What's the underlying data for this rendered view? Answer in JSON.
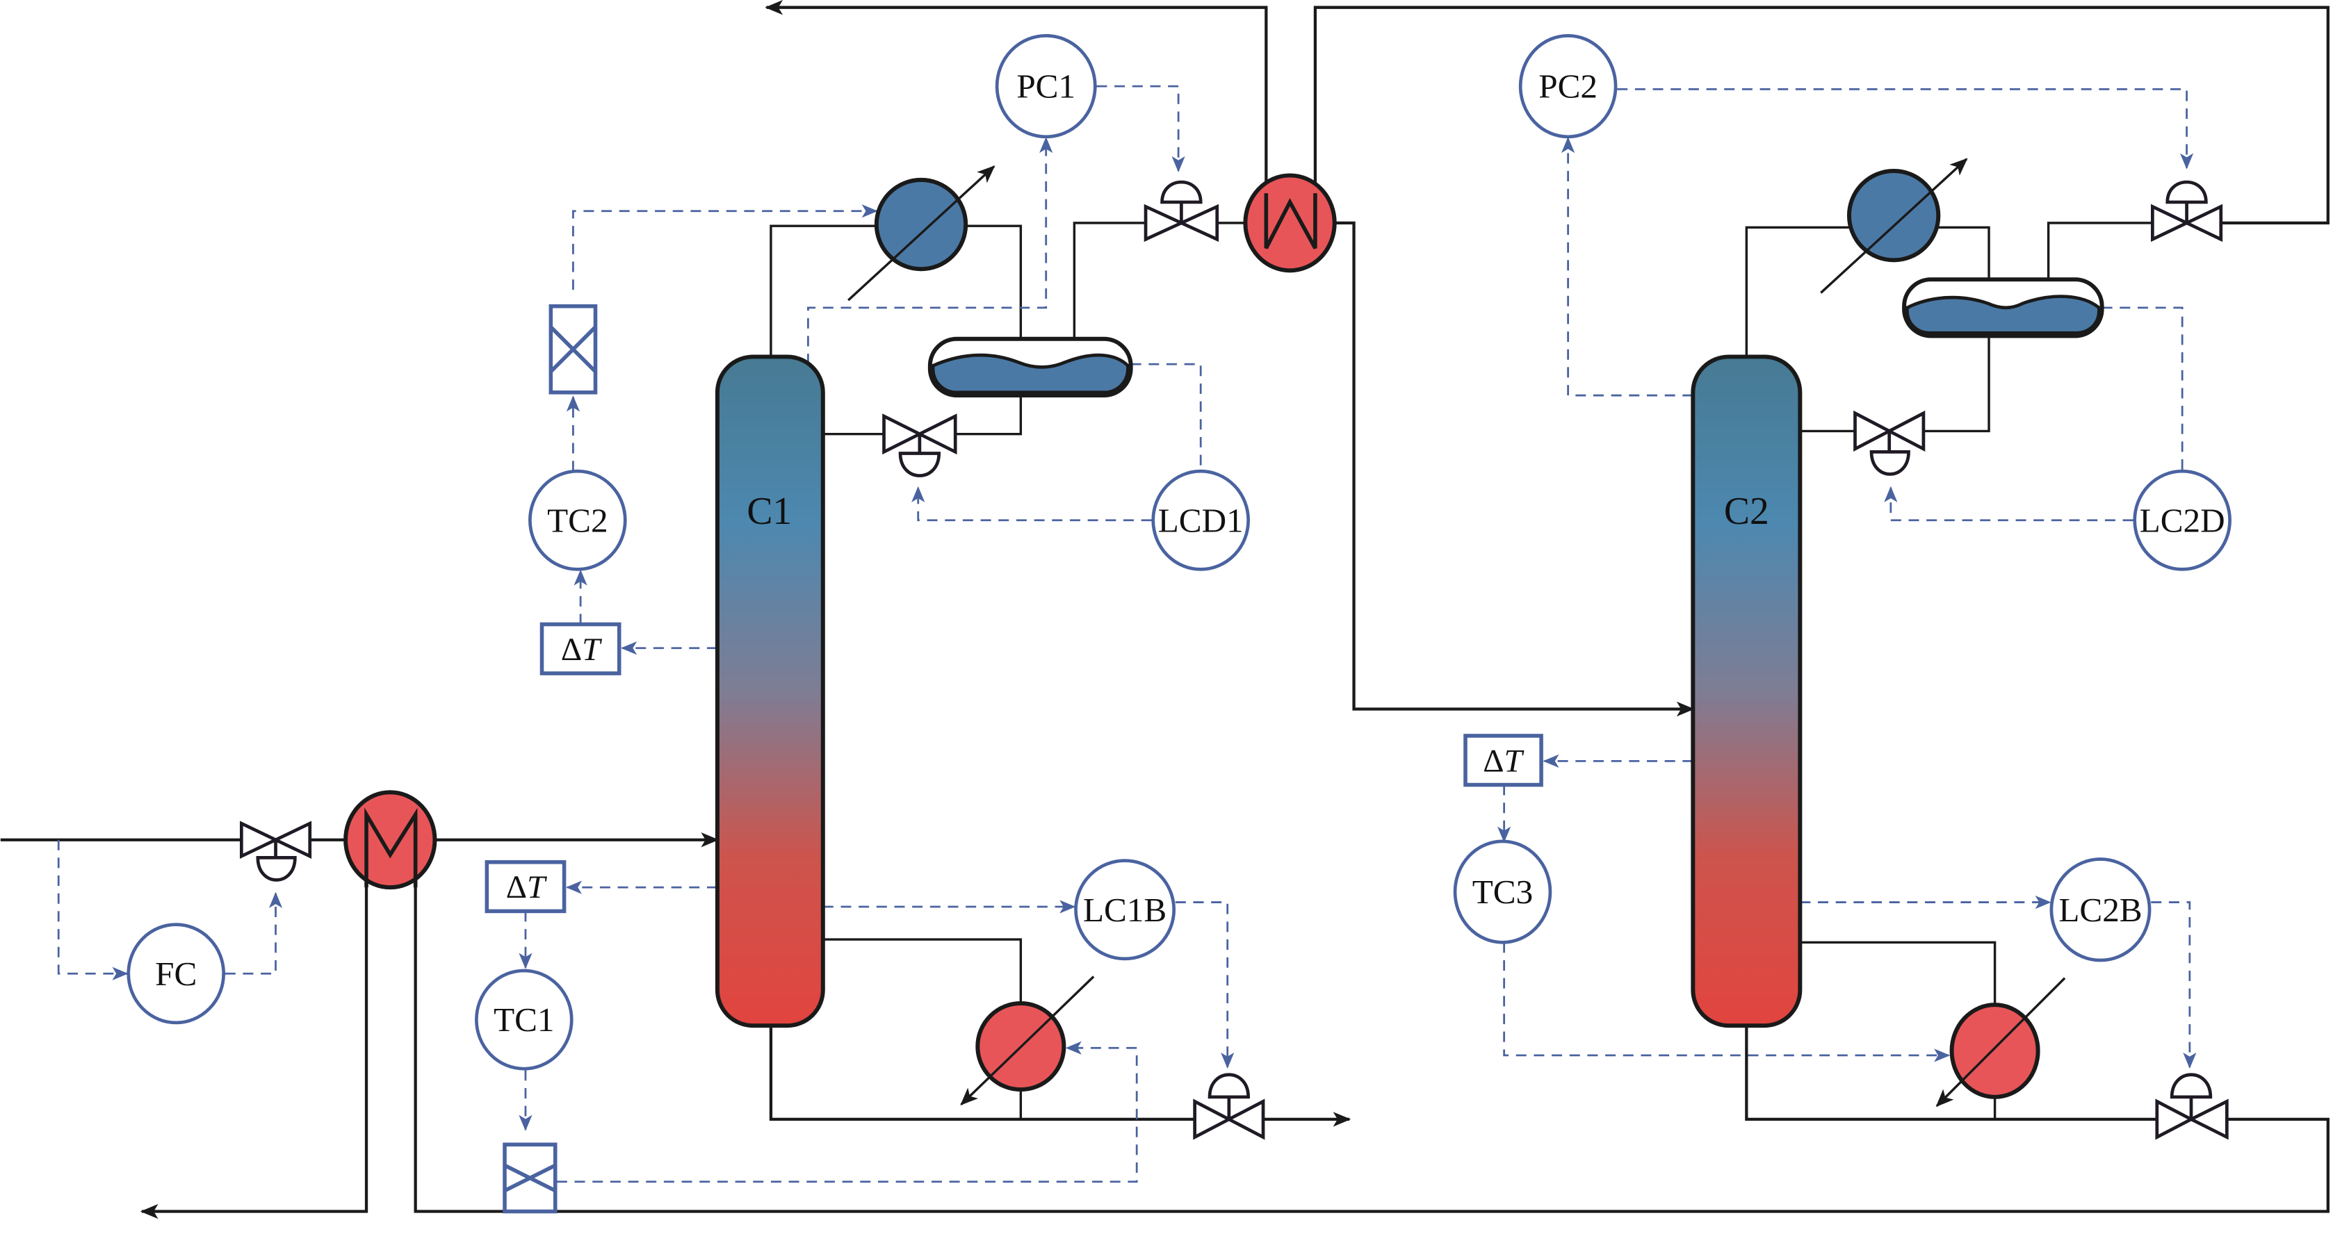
{
  "title": "Two-column distillation control scheme",
  "colors": {
    "signal": "#4a63a0",
    "pipe": "#1a1a1a",
    "cool": "#4b79a5",
    "hot": "#e85558",
    "column_top": "#477a93",
    "column_mid": "#4d88b0",
    "column_bottom": "#e2443f"
  },
  "columns": [
    {
      "id": "C1",
      "label": "C1"
    },
    {
      "id": "C2",
      "label": "C2"
    }
  ],
  "controllers": {
    "pc1": "PC1",
    "pc2": "PC2",
    "tc1": "TC1",
    "tc2": "TC2",
    "tc3": "TC3",
    "lcd1": "LCD1",
    "lc2d": "LC2D",
    "lc1b": "LC1B",
    "lc2b": "LC2B",
    "fc": "FC"
  },
  "delta_t": {
    "symbol": "Δ",
    "variable": "T"
  },
  "equipment": {
    "feed_preheater": "heat-exchanger-M",
    "vapor_heat_exchanger": "heat-exchanger-W",
    "condensers": [
      "condenser-1",
      "condenser-2"
    ],
    "reboilers": [
      "reboiler-1",
      "reboiler-2"
    ],
    "reflux_drums": [
      "reflux-drum-1",
      "reflux-drum-2"
    ],
    "control_valves": [
      "feed-valve",
      "reflux-valve-1",
      "vapor-valve-1",
      "bottoms-valve-1",
      "reflux-valve-2",
      "vapor-valve-2",
      "bottoms-valve-2"
    ],
    "ratio_blocks": [
      "ratio-block-tc2",
      "ratio-block-tc1"
    ]
  }
}
